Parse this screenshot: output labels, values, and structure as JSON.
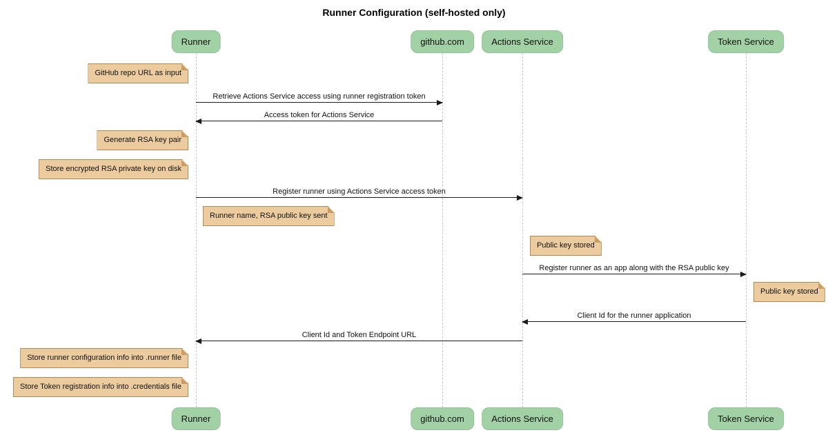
{
  "title": "Runner Configuration (self-hosted only)",
  "colors": {
    "actor_fill": "#a1d1a5",
    "actor_border": "#8fc497",
    "note_fill": "#eccb9e",
    "note_border": "#ae8953",
    "note_fold": "#c99c63",
    "lifeline": "#c9c9c9",
    "arrow": "#1a1a1a",
    "text": "#111111",
    "background": "#ffffff"
  },
  "participants": [
    {
      "name": "Runner"
    },
    {
      "name": "github.com"
    },
    {
      "name": "Actions Service"
    },
    {
      "name": "Token Service"
    }
  ],
  "messages": [
    {
      "from": "Runner",
      "to": "github.com",
      "label": "Retrieve Actions Service access using runner registration token"
    },
    {
      "from": "github.com",
      "to": "Runner",
      "label": "Access token for Actions Service"
    },
    {
      "from": "Runner",
      "to": "Actions Service",
      "label": "Register runner using Actions Service access token"
    },
    {
      "from": "Actions Service",
      "to": "Token Service",
      "label": "Register runner as an app along with the RSA public key"
    },
    {
      "from": "Token Service",
      "to": "Actions Service",
      "label": "Client Id for the runner application"
    },
    {
      "from": "Actions Service",
      "to": "Runner",
      "label": "Client Id and Token Endpoint URL"
    }
  ],
  "notes": [
    {
      "position": "left of Runner",
      "text": "GitHub repo URL as input"
    },
    {
      "position": "left of Runner",
      "text": "Generate RSA key pair"
    },
    {
      "position": "left of Runner",
      "text": "Store encrypted RSA private key on disk"
    },
    {
      "position": "right of Runner",
      "text": "Runner name, RSA public key sent"
    },
    {
      "position": "right of Actions Service",
      "text": "Public key stored"
    },
    {
      "position": "right of Token Service",
      "text": "Public key stored"
    },
    {
      "position": "left of Runner",
      "text": "Store runner configuration info into .runner file"
    },
    {
      "position": "left of Runner",
      "text": "Store Token registration info into .credentials file"
    }
  ]
}
